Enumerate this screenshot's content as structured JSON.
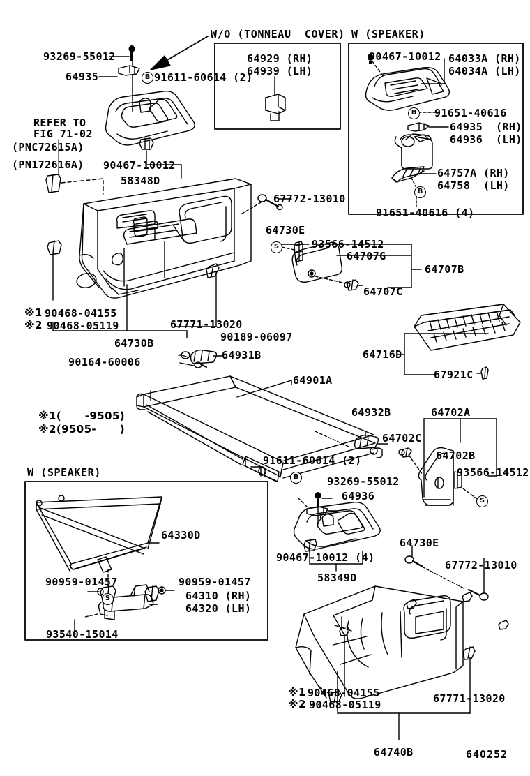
{
  "figure": {
    "number": "640252",
    "title_sections": {
      "wo_tonneau": "W/O (TONNEAU  COVER)",
      "w_speaker_top": "W (SPEAKER)",
      "w_speaker_bottom": "W (SPEAKER)"
    }
  },
  "notes": {
    "refer_line1": "REFER TO",
    "refer_line2": "FIG 71-02",
    "refer_line3": "(PNC72615A)",
    "refer_line4": "(PN172616A)",
    "date1": "※1(      -9505)",
    "date2": "※2(9505-      )"
  },
  "labels": {
    "clip_93269_top": "93269-55012",
    "p64935_top": "64935",
    "bolt_91611_top": "91611-60614 (2)",
    "clip_90467_top": "90467-10012",
    "console_58348D": "58348D",
    "box_64929": "64929 (RH)",
    "box_64939": "64939 (LH)",
    "sp_90467": "90467-10012",
    "sp_64033A": "64033A (RH)",
    "sp_64034A": "64034A (LH)",
    "sp_91651_a": "91651-40616",
    "sp_64935": "64935  (RH)",
    "sp_64936": "64936  (LH)",
    "sp_64757A": "64757A (RH)",
    "sp_64758": "64758  (LH)",
    "sp_91651_b": "91651-40616 (4)",
    "p67772_top": "67772-13010",
    "p64730E_top": "64730E",
    "p93566_top": "93566-14512",
    "p64707G": "64707G",
    "p64707B": "64707B",
    "p64707C": "64707C",
    "p64716D": "64716D",
    "p67921C": "67921C",
    "note1_90468_a": "90468-04155",
    "note2_90468_a": "90468-05119",
    "note1_prefix_a": "※1",
    "note2_prefix_a": "※2",
    "p67771_left": "67771-13020",
    "p64730B": "64730B",
    "p90189": "90189-06097",
    "p64931B": "64931B",
    "p90164": "90164-60006",
    "p64901A": "64901A",
    "p91611_cover": "91611-60614 (2)",
    "p64932B": "64932B",
    "p64702A": "64702A",
    "p64702C": "64702C",
    "p64702B": "64702B",
    "p93566_right": "93566-14512",
    "p93269_btm": "93269-55012",
    "p64936_btm": "64936",
    "p90467_btm": "90467-10012 (4)",
    "console_58349D": "58349D",
    "p64730E_btm": "64730E",
    "p67772_btm": "67772-13010",
    "note1_90468_b": "90468-04155",
    "note2_90468_b": "90468-05119",
    "note1_prefix_b": "※1",
    "note2_prefix_b": "※2",
    "p67771_btm": "67771-13020",
    "p64740B": "64740B",
    "sp_64330D": "64330D",
    "sp_90959_l": "90959-01457",
    "sp_90959_r": "90959-01457",
    "sp_64310": "64310 (RH)",
    "sp_64320": "64320 (LH)",
    "sp_93540": "93540-15014"
  },
  "markers": {
    "bolt_b": "B",
    "screw_s": "S"
  }
}
